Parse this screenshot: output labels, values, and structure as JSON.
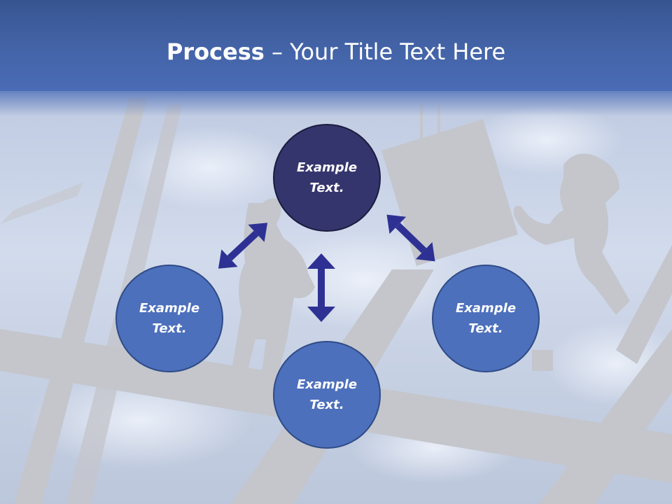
{
  "slide": {
    "title_bold": "Process",
    "title_rest": " – Your Title Text Here"
  },
  "diagram": {
    "nodes": [
      {
        "id": "top",
        "line1": "Example",
        "line2": "Text.",
        "style": "primary"
      },
      {
        "id": "left",
        "line1": "Example",
        "line2": "Text.",
        "style": "secondary"
      },
      {
        "id": "bottom",
        "line1": "Example",
        "line2": "Text.",
        "style": "secondary"
      },
      {
        "id": "right",
        "line1": "Example",
        "line2": "Text.",
        "style": "secondary"
      }
    ],
    "connectors": [
      {
        "from": "top",
        "to": "left",
        "type": "double-arrow"
      },
      {
        "from": "top",
        "to": "bottom",
        "type": "double-arrow"
      },
      {
        "from": "top",
        "to": "right",
        "type": "double-arrow"
      }
    ]
  },
  "colors": {
    "header": "#4464a8",
    "primary_node": "#35356e",
    "secondary_node": "#4d70bc",
    "arrow": "#2e3193",
    "silhouette": "#c4c6cc"
  }
}
